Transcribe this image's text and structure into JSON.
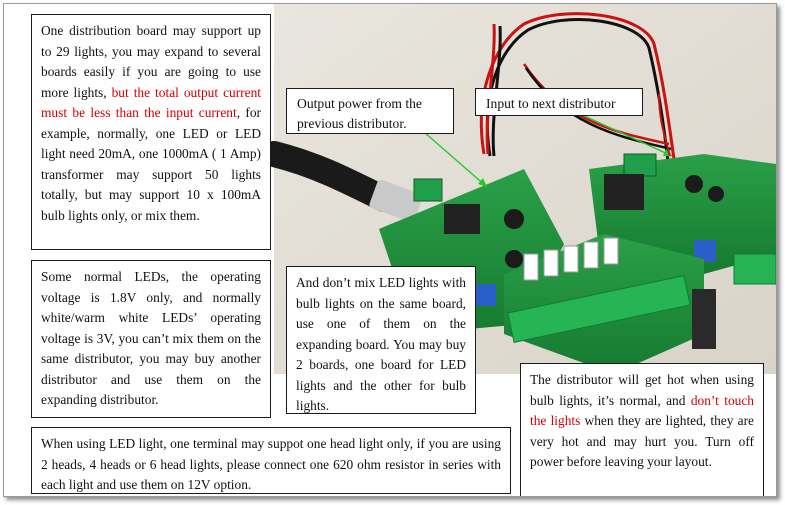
{
  "boxes": {
    "board_support": {
      "part1": "One distribution board may support up to 29 lights, you may expand to several boards easily if you are going to use more lights, ",
      "highlight": "but the total output current must be less than the input current",
      "part2": ", for example, normally, one LED or LED light need 20mA, one 1000mA ( 1 Amp) transformer may support 50 lights totally, but may support 10 x 100mA bulb lights only, or mix them."
    },
    "led_voltage": {
      "text": "Some normal LEDs, the operating voltage is 1.8V only, and normally white/warm white LEDs’ operating voltage is 3V, you can’t mix them on the same distributor, you may buy another distributor and use them on the expanding distributor."
    },
    "no_mix": {
      "text": "And don’t mix LED lights with bulb lights on the same board, use one of them on the expanding board. You may buy 2 boards, one board for LED lights and the other for bulb lights."
    },
    "hot_warning": {
      "part1": "The distributor will get hot when using bulb lights, it’s normal, and ",
      "highlight": "don’t touch the lights",
      "part2": " when they are lighted, they are very hot and may hurt you. Turn off power before leaving your layout."
    },
    "head_lights": {
      "text": "When using LED light, one terminal may suppot one head light only, if you are using 2 heads, 4 heads or 6 head lights, please connect one 620 ohm resistor in series with each light and use them on 12V option."
    }
  },
  "labels": {
    "output_power": "Output power from the previous distributor.",
    "input_next": "Input to next distributor"
  },
  "colors": {
    "highlight_red": "#d40000",
    "pcb_green": "#1f8a3a",
    "arrow_green": "#22cc22"
  }
}
